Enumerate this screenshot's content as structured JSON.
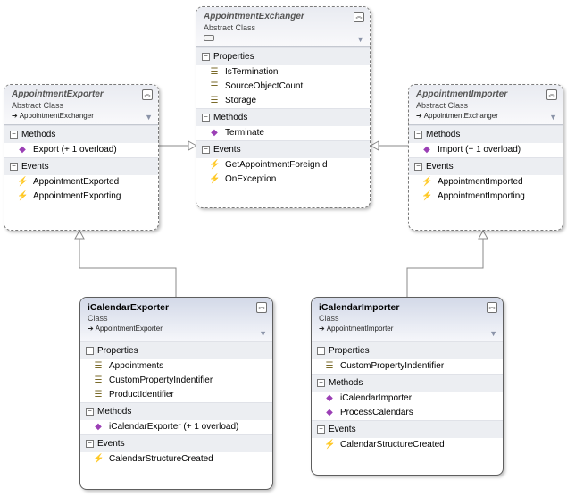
{
  "classes": {
    "exchanger": {
      "name": "AppointmentExchanger",
      "kind": "Abstract Class",
      "sections": {
        "properties": {
          "label": "Properties",
          "items": [
            "IsTermination",
            "SourceObjectCount",
            "Storage"
          ]
        },
        "methods": {
          "label": "Methods",
          "items": [
            "Terminate"
          ]
        },
        "events": {
          "label": "Events",
          "items": [
            "GetAppointmentForeignId",
            "OnException"
          ]
        }
      }
    },
    "exporter": {
      "name": "AppointmentExporter",
      "kind": "Abstract Class",
      "base": "AppointmentExchanger",
      "sections": {
        "methods": {
          "label": "Methods",
          "items": [
            "Export (+ 1 overload)"
          ]
        },
        "events": {
          "label": "Events",
          "items": [
            "AppointmentExported",
            "AppointmentExporting"
          ]
        }
      }
    },
    "importer": {
      "name": "AppointmentImporter",
      "kind": "Abstract Class",
      "base": "AppointmentExchanger",
      "sections": {
        "methods": {
          "label": "Methods",
          "items": [
            "Import (+ 1 overload)"
          ]
        },
        "events": {
          "label": "Events",
          "items": [
            "AppointmentImported",
            "AppointmentImporting"
          ]
        }
      }
    },
    "ical_exporter": {
      "name": "iCalendarExporter",
      "kind": "Class",
      "base": "AppointmentExporter",
      "sections": {
        "properties": {
          "label": "Properties",
          "items": [
            "Appointments",
            "CustomPropertyIndentifier",
            "ProductIdentifier"
          ]
        },
        "methods": {
          "label": "Methods",
          "items": [
            "iCalendarExporter (+ 1 overload)"
          ]
        },
        "events": {
          "label": "Events",
          "items": [
            "CalendarStructureCreated"
          ]
        }
      }
    },
    "ical_importer": {
      "name": "iCalendarImporter",
      "kind": "Class",
      "base": "AppointmentImporter",
      "sections": {
        "properties": {
          "label": "Properties",
          "items": [
            "CustomPropertyIndentifier"
          ]
        },
        "methods": {
          "label": "Methods",
          "items": [
            "iCalendarImporter",
            "ProcessCalendars"
          ]
        },
        "events": {
          "label": "Events",
          "items": [
            "CalendarStructureCreated"
          ]
        }
      }
    }
  },
  "icons": {
    "property": "property-icon",
    "method": "method-icon",
    "event": "event-icon",
    "collapse": "collapse-chevron-icon",
    "filter": "filter-icon",
    "inheritance": "inheritance-arrow-icon"
  },
  "colors": {
    "header_abstract": "#e9ebf1",
    "header_concrete": "#d3d9e8",
    "section_bg": "#eceef2",
    "method_icon": "#9b3fb5",
    "event_icon": "#e6a416",
    "connector": "#888888"
  }
}
